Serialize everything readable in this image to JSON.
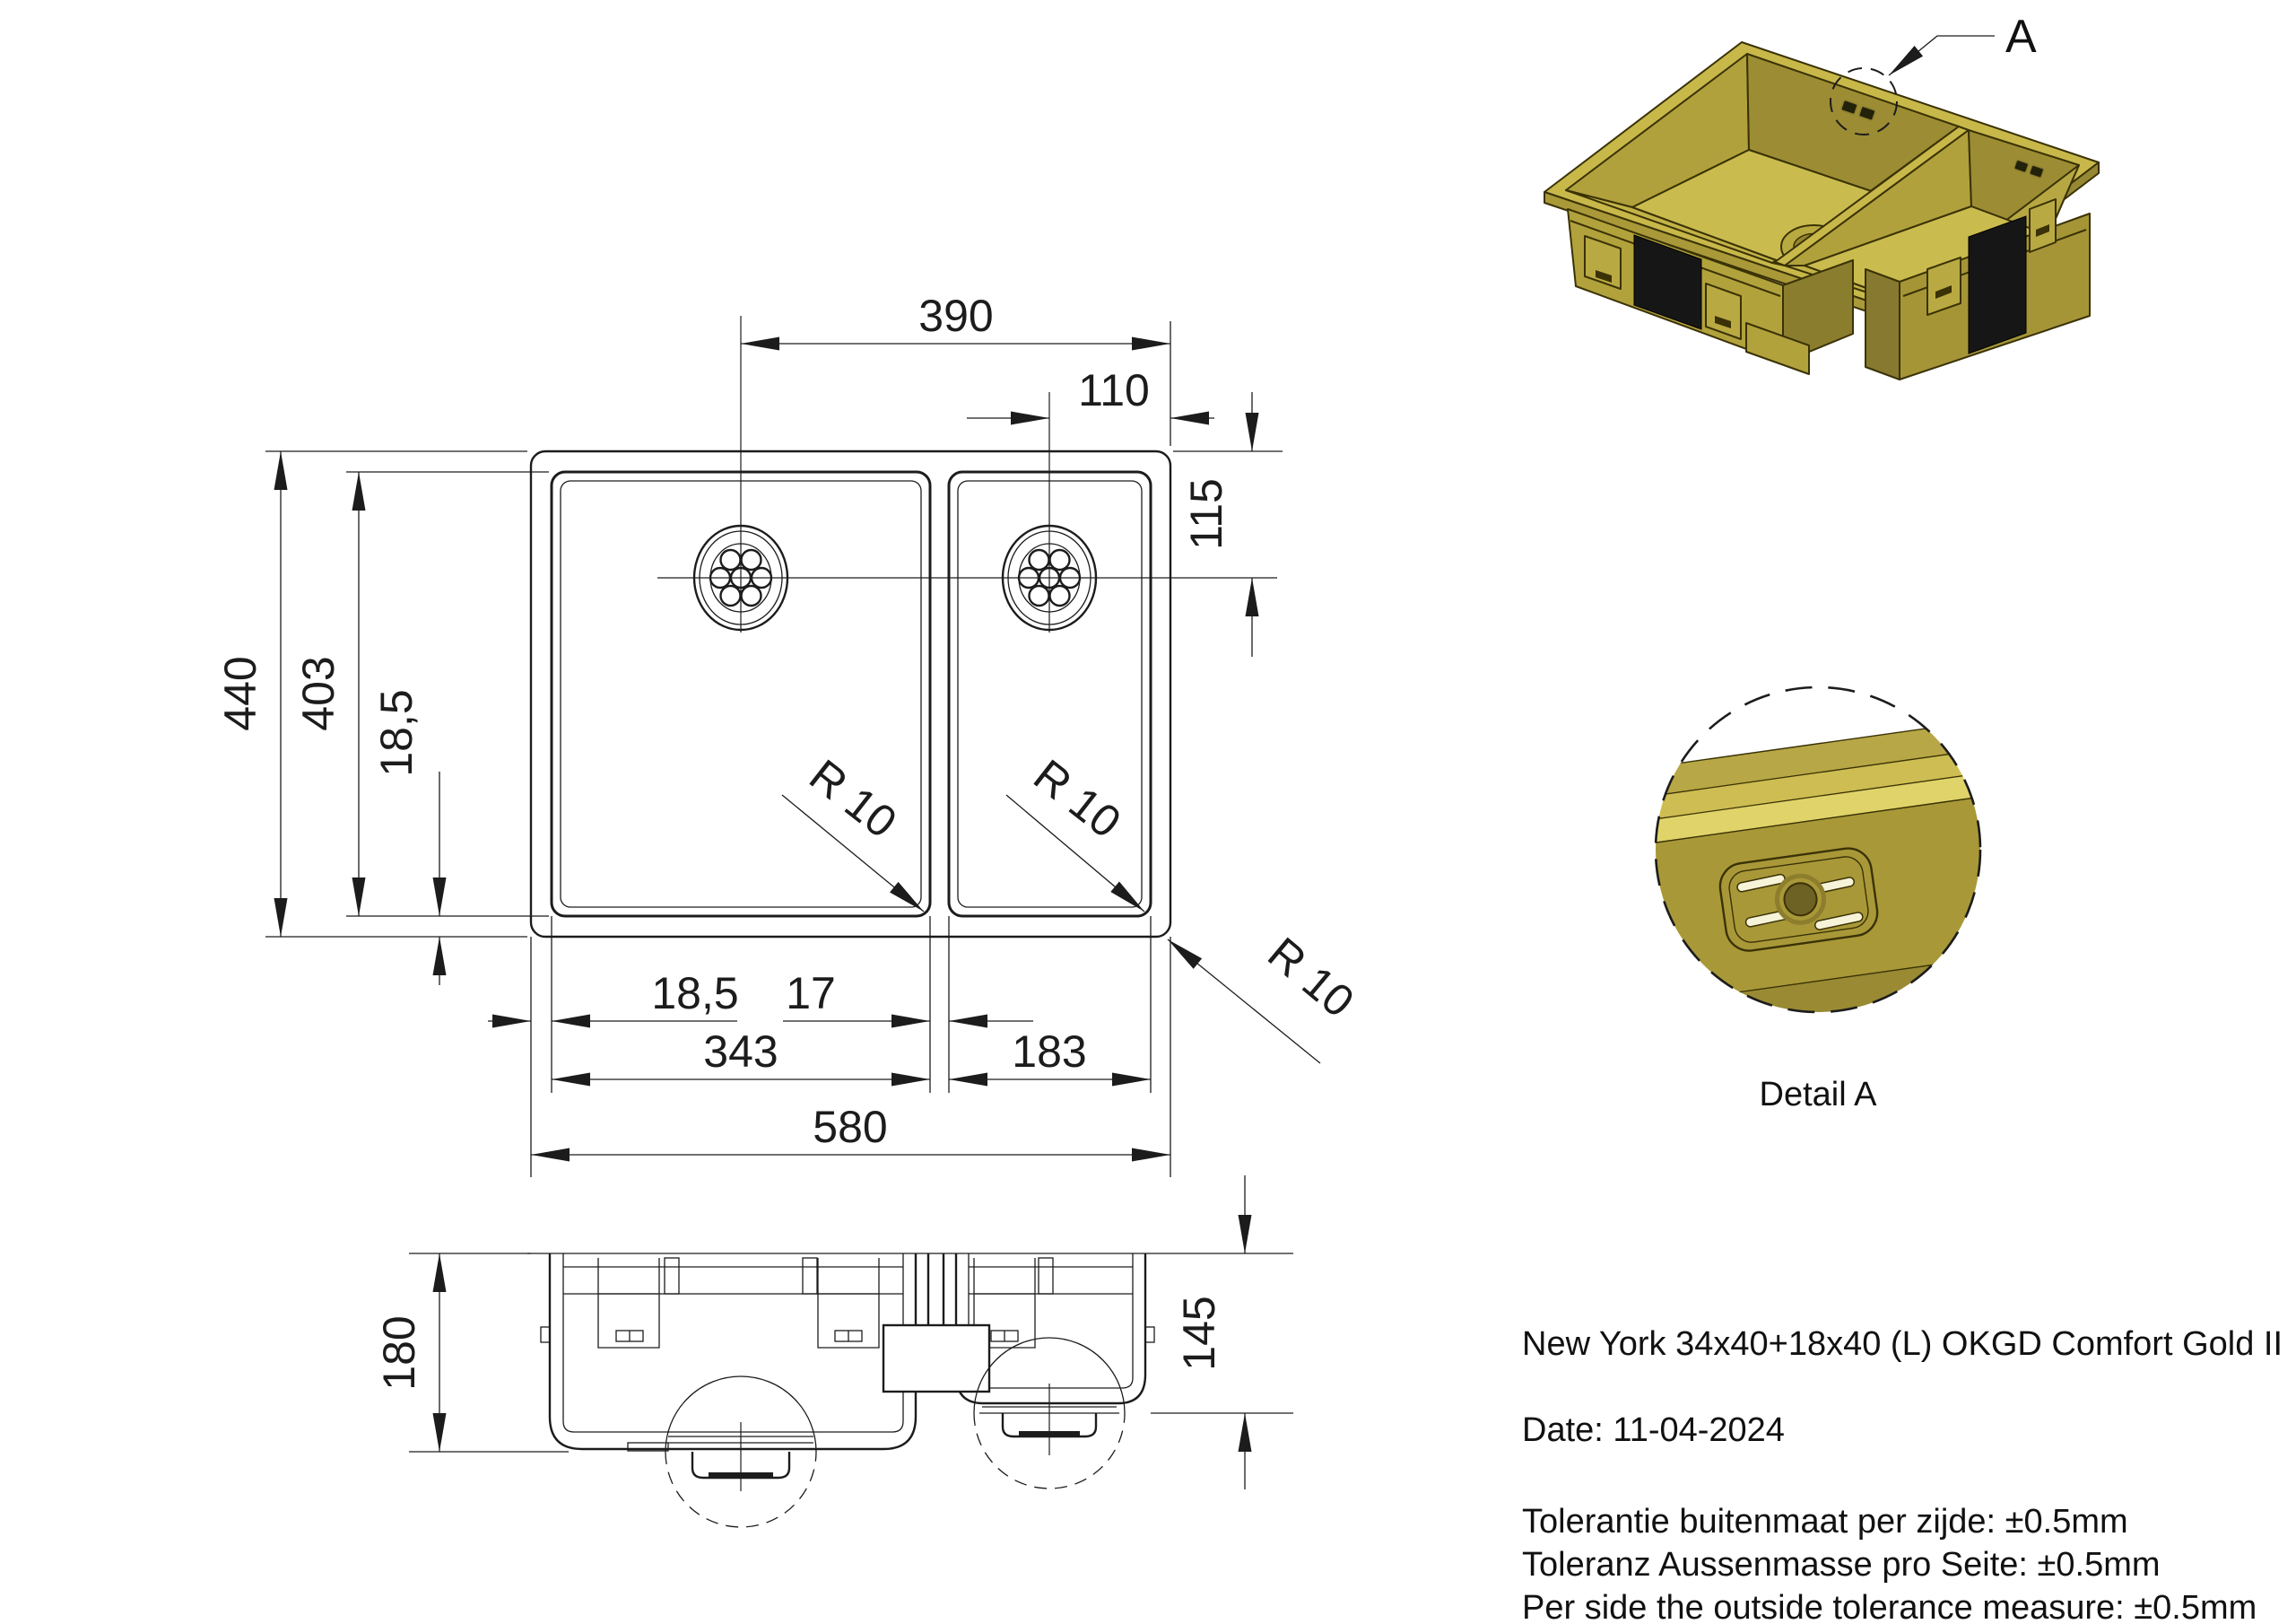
{
  "drawing": {
    "product_title": "New York 34x40+18x40 (L) OKGD Comfort Gold II",
    "date_line": "Date: 11-04-2024",
    "tolerances": [
      "Tolerantie buitenmaat per zijde: ±0.5mm",
      "Toleranz Aussenmasse pro Seite: ±0.5mm",
      "Per side the outside tolerance measure: ±0.5mm"
    ],
    "detail_view_label": "Detail A",
    "detail_marker_label": "A",
    "plan_view": {
      "dim_drain_left_from_right_edge": "390",
      "dim_drain_right_from_right_edge": "110",
      "dim_drain_from_top_edge": "115",
      "dim_outer_depth": "440",
      "dim_bowl_depth": "403",
      "dim_bottom_inset_vertical": "18,5",
      "dim_left_margin": "18,5",
      "dim_divider": "17",
      "dim_bowl1_width": "343",
      "dim_bowl2_width": "183",
      "dim_total_width": "580",
      "radius_bowl1": "R 10",
      "radius_bowl2": "R 10",
      "radius_outer": "R 10"
    },
    "side_view": {
      "dim_depth_bowl1": "180",
      "dim_depth_bowl2": "145"
    },
    "colors": {
      "gold_top": "#c8b84a",
      "gold_face": "#b1a13c",
      "gold_shadow": "#8b7d2e",
      "gold_bright": "#dccd62",
      "pad_black": "#161616",
      "line": "#1c1c1c"
    }
  }
}
